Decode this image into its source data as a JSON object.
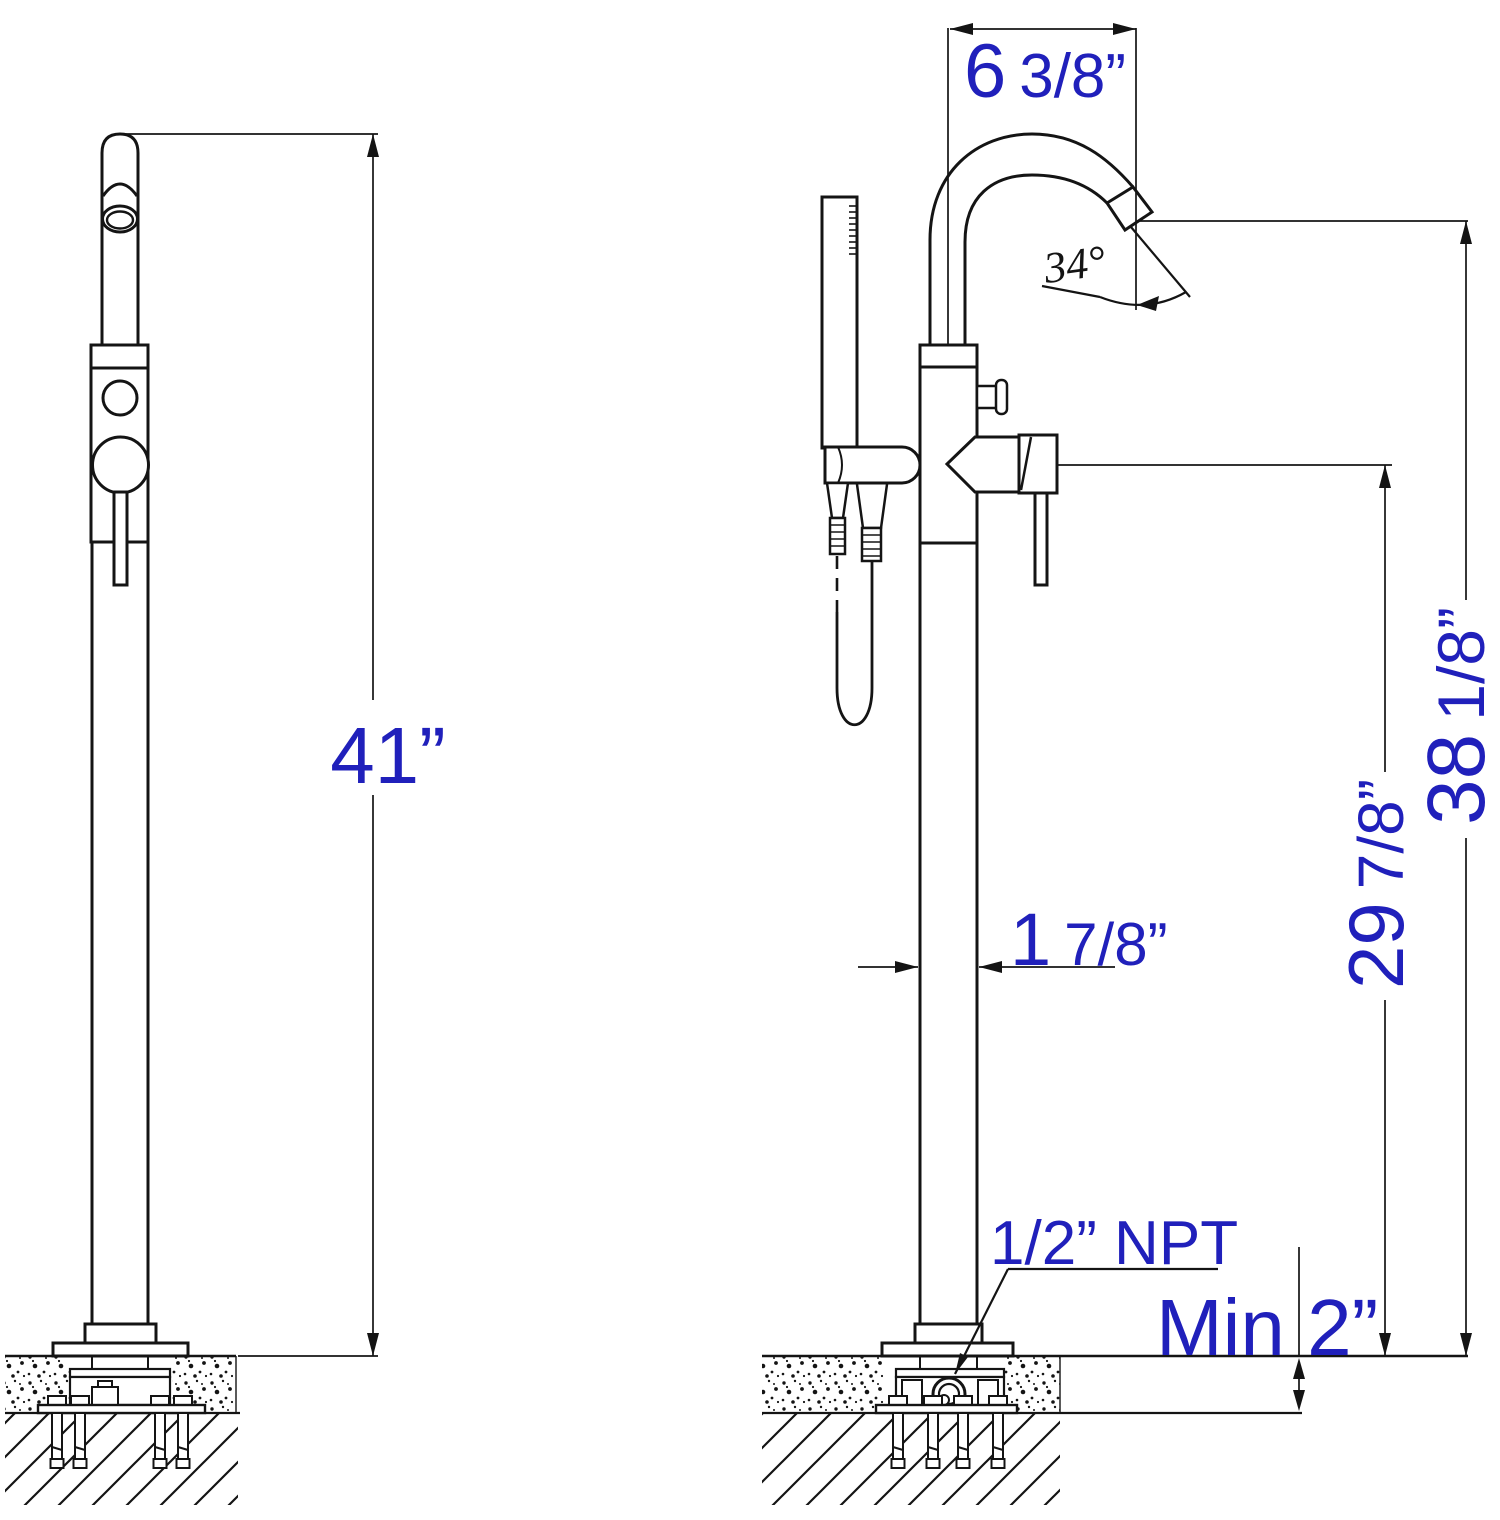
{
  "drawing_type": "faucet installation dimension drawing",
  "colors": {
    "line": "#141414",
    "dimension_text": "#2020bb",
    "background": "#ffffff"
  },
  "dimensions": {
    "spout_reach": {
      "whole": "6",
      "fraction": "3/8”"
    },
    "spout_angle": {
      "label": "34°"
    },
    "overall_height": {
      "label": "41”"
    },
    "spout_outlet_height": {
      "whole": "38",
      "fraction": "1/8”"
    },
    "handle_height": {
      "whole": "29",
      "fraction": "7/8”"
    },
    "pipe_diameter": {
      "whole": "1",
      "fraction": "7/8”"
    },
    "water_inlet": {
      "label": "1/2” NPT"
    },
    "floor_thickness": {
      "label": "Min 2”"
    }
  }
}
